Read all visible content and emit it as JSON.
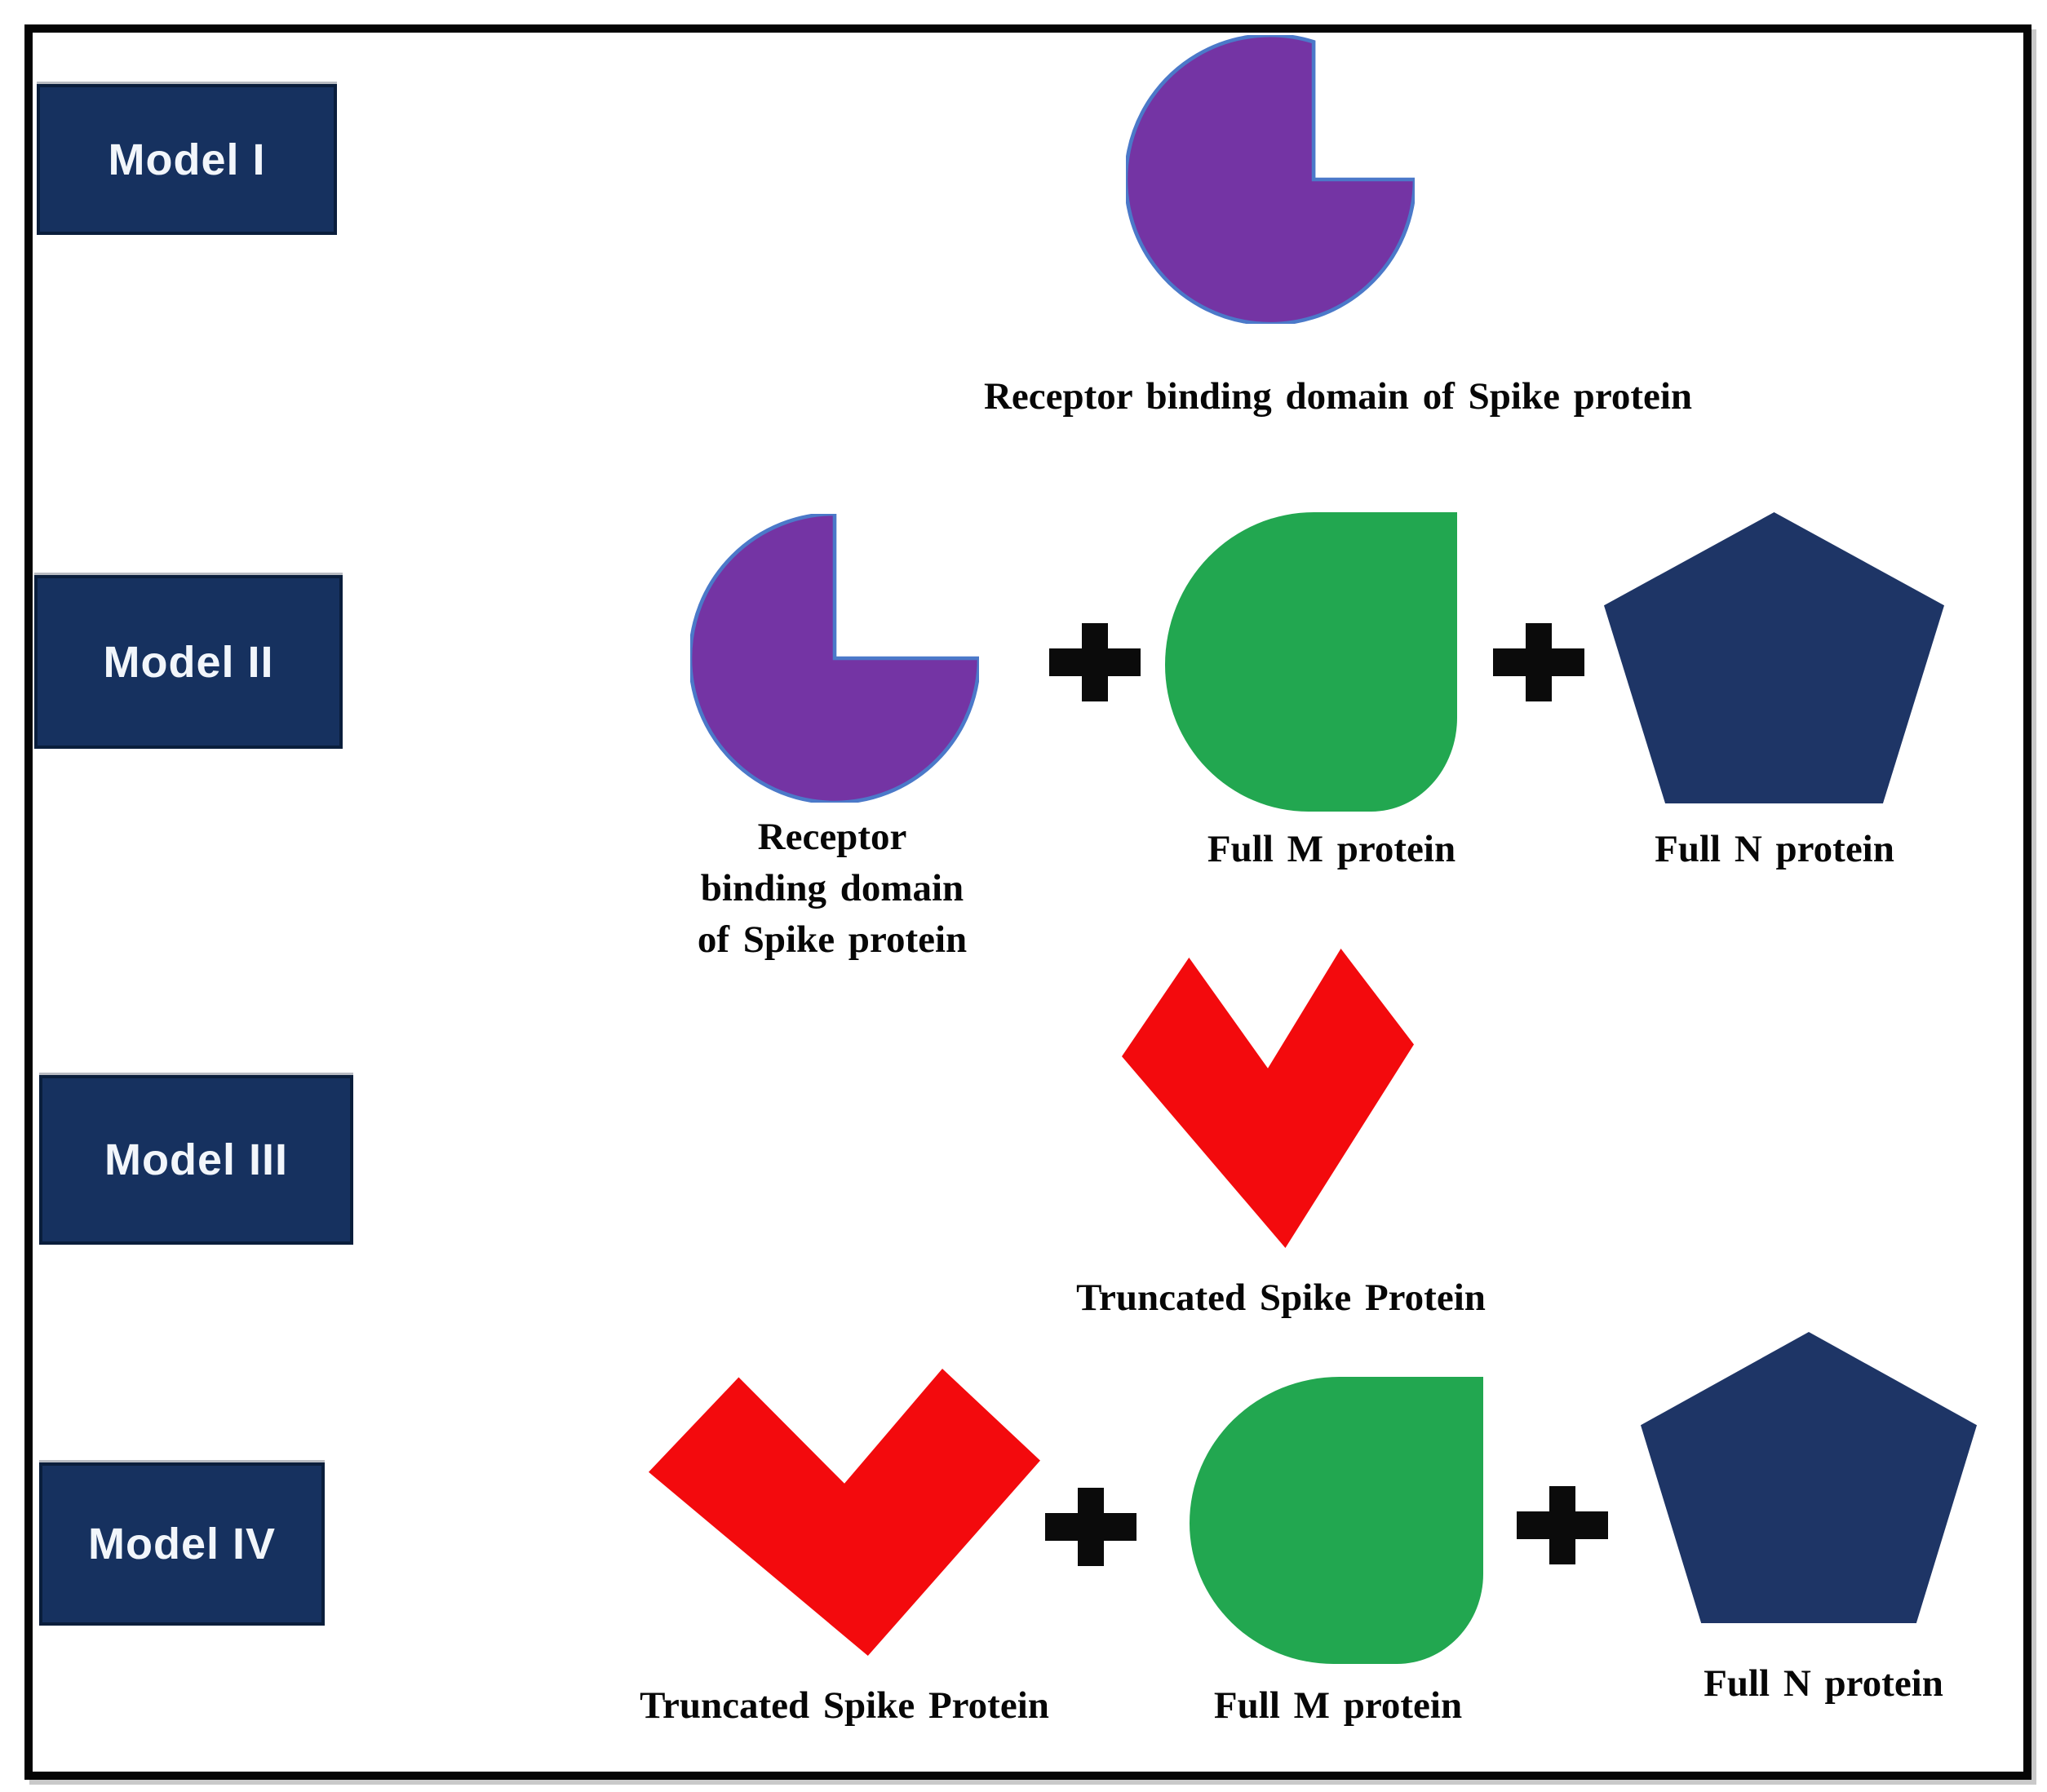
{
  "figure": {
    "type": "vaccine-construct-models-diagram",
    "rows": 4
  },
  "colors": {
    "frame_border": "#050505",
    "model_box_fill": "#16315F",
    "model_box_border": "#0A1E3C",
    "model_box_text": "#F2F6FB",
    "rbd_purple": "#7434A4",
    "rbd_outline_blue": "#4B79C9",
    "m_protein_green": "#22A750",
    "n_protein_navy": "#1E3566",
    "truncated_spike_red": "#F30A0D",
    "plus_black": "#0B0B0B",
    "caption_text": "#070707"
  },
  "models": [
    {
      "label": "Model I",
      "components": [
        {
          "shape": "pacman",
          "caption": "Receptor binding domain of Spike protein"
        }
      ]
    },
    {
      "label": "Model II",
      "components": [
        {
          "shape": "pacman",
          "caption_lines": [
            "Receptor",
            "binding domain",
            "of Spike protein"
          ]
        },
        {
          "shape": "plus",
          "glyph": "+"
        },
        {
          "shape": "teardrop",
          "caption": "Full M protein"
        },
        {
          "shape": "plus",
          "glyph": "+"
        },
        {
          "shape": "pentagon",
          "caption": "Full N protein"
        }
      ]
    },
    {
      "label": "Model III",
      "components": [
        {
          "shape": "chevron",
          "caption": "Truncated Spike Protein"
        }
      ]
    },
    {
      "label": "Model IV",
      "components": [
        {
          "shape": "chevron",
          "caption": "Truncated Spike Protein"
        },
        {
          "shape": "plus",
          "glyph": "+"
        },
        {
          "shape": "teardrop",
          "caption": "Full M protein"
        },
        {
          "shape": "plus",
          "glyph": "+"
        },
        {
          "shape": "pentagon",
          "caption": "Full N protein"
        }
      ]
    }
  ]
}
